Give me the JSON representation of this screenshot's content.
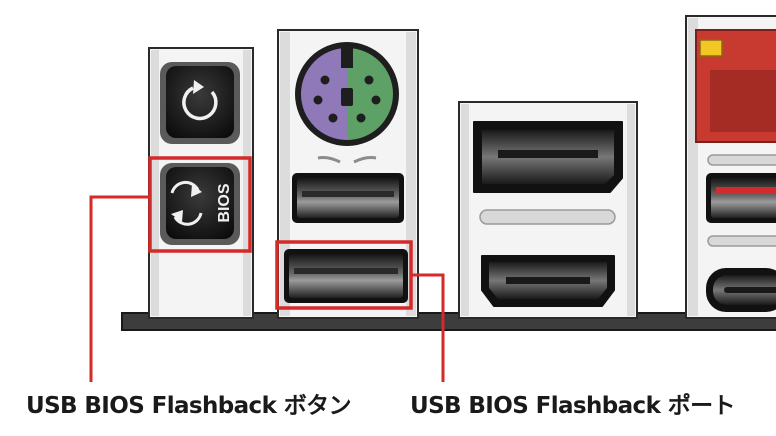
{
  "labels": {
    "bios_badge": "BIOS",
    "flashback_button": "USB BIOS Flashback ボタン",
    "flashback_port": "USB BIOS Flashback ポート"
  },
  "colors": {
    "highlight": "#d42a2a",
    "ps2_left": "#8f79b8",
    "ps2_right": "#5da167",
    "lan_body": "#c83a30",
    "lan_led": "#f2c623",
    "board": "#3d3d3d"
  },
  "icons": [
    "refresh-icon",
    "sync-arrows-icon"
  ]
}
